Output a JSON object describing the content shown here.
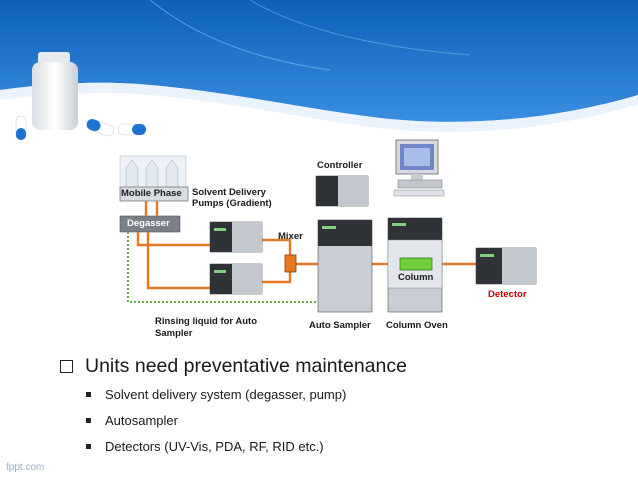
{
  "diagram": {
    "labels": {
      "mobile_phase": "Mobile Phase",
      "solvent_delivery_1": "Solvent Delivery",
      "solvent_delivery_2": "Pumps (Gradient)",
      "degasser": "Degasser",
      "mixer": "Mixer",
      "controller": "Controller",
      "column": "Column",
      "detector": "Detector",
      "rinsing_1": "Rinsing liquid for Auto",
      "rinsing_2": "Sampler",
      "auto_sampler": "Auto Sampler",
      "column_oven": "Column Oven"
    },
    "colors": {
      "flow_line": "#e87722",
      "rinse_line": "#6aa84f",
      "detector_label": "#cc0000",
      "header_blue": "#1f6fc4"
    }
  },
  "content": {
    "heading": "Units need preventative maintenance",
    "items": [
      "Solvent delivery system (degasser, pump)",
      "Autosampler",
      "Detectors (UV-Vis, PDA, RF, RID etc.)"
    ]
  },
  "footer": {
    "text": "fppt.com"
  }
}
